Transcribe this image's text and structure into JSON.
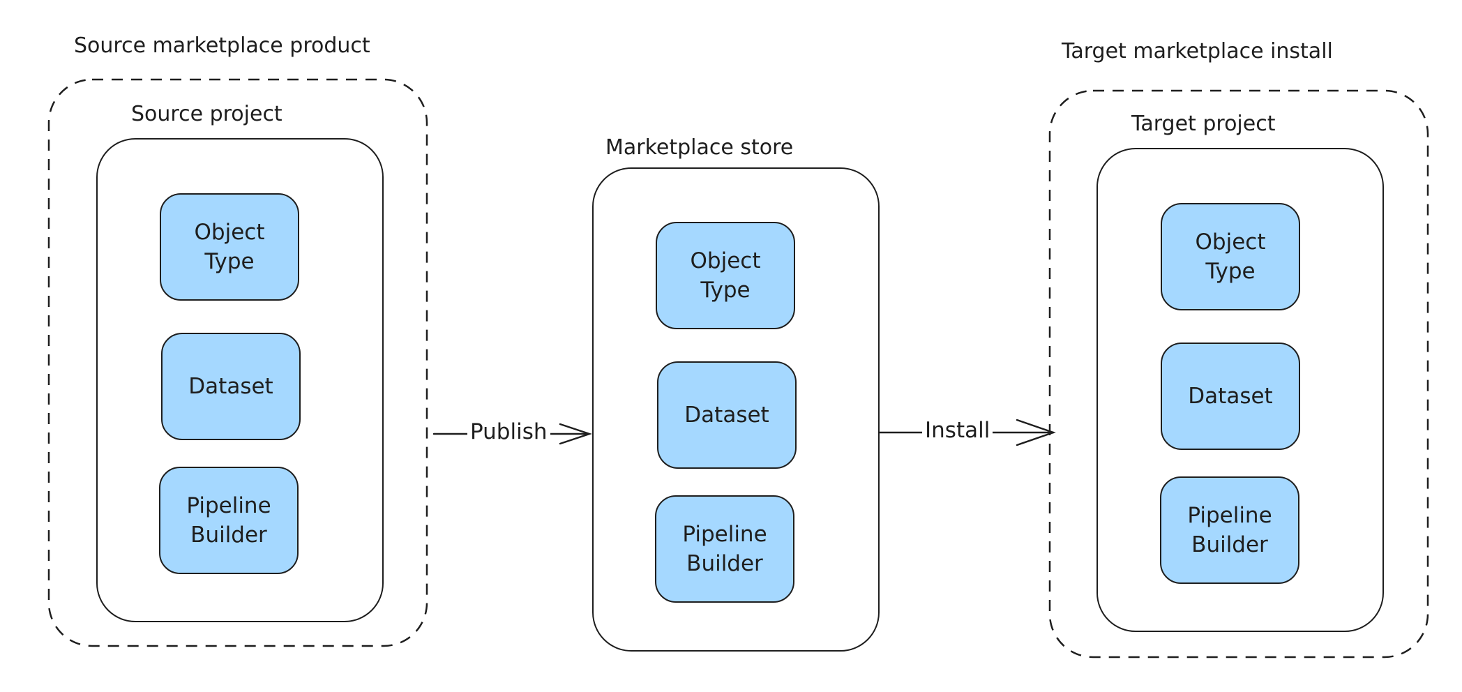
{
  "source_product": {
    "title": "Source marketplace product",
    "project": {
      "title": "Source project",
      "items": [
        "Object\nType",
        "Dataset",
        "Pipeline\nBuilder"
      ]
    }
  },
  "store": {
    "title": "Marketplace store",
    "items": [
      "Object\nType",
      "Dataset",
      "Pipeline\nBuilder"
    ]
  },
  "target_install": {
    "title": "Target marketplace install",
    "project": {
      "title": "Target project",
      "items": [
        "Object\nType",
        "Dataset",
        "Pipeline\nBuilder"
      ]
    }
  },
  "edges": {
    "publish": "Publish",
    "install": "Install"
  },
  "colors": {
    "item_fill": "#a5d8ff",
    "stroke": "#1e1e1e"
  }
}
